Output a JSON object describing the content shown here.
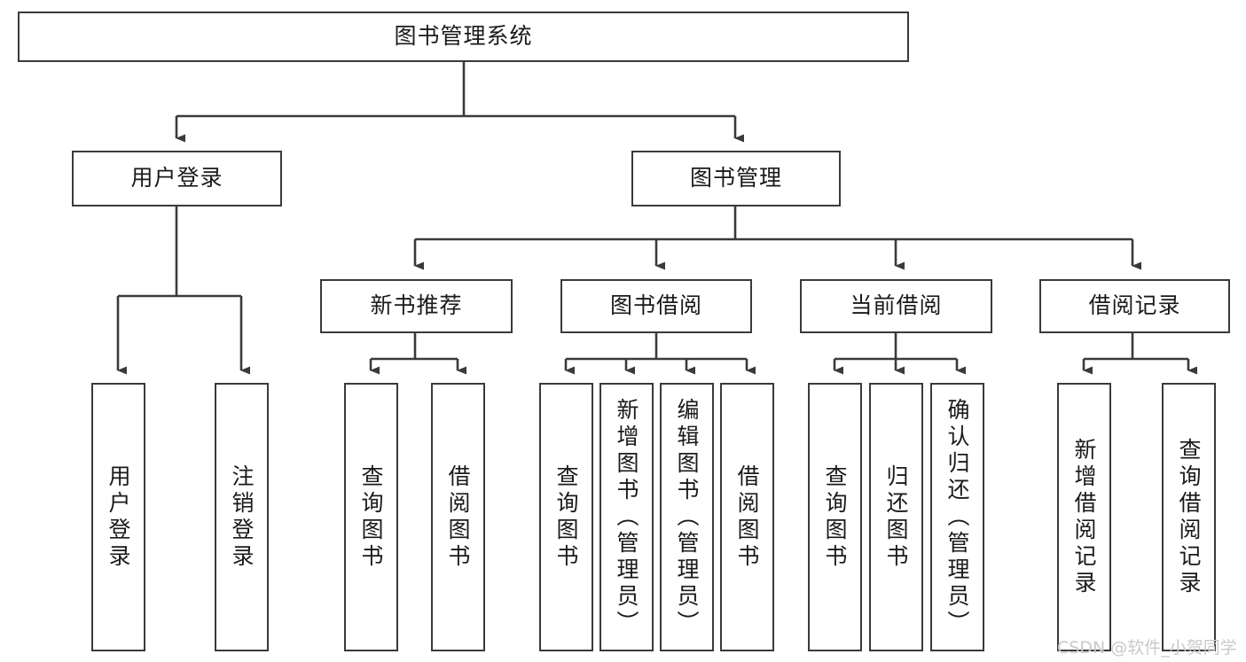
{
  "diagram": {
    "type": "tree",
    "title": "图书管理系统",
    "root": {
      "label": "图书管理系统"
    },
    "level2": [
      {
        "label": "用户登录"
      },
      {
        "label": "图书管理"
      }
    ],
    "level3": [
      {
        "label": "新书推荐"
      },
      {
        "label": "图书借阅"
      },
      {
        "label": "当前借阅"
      },
      {
        "label": "借阅记录"
      }
    ],
    "leaves": {
      "user_login": [
        {
          "label": "用户登录"
        },
        {
          "label": "注销登录"
        }
      ],
      "new_book_recommend": [
        {
          "label": "查询图书"
        },
        {
          "label": "借阅图书"
        }
      ],
      "book_borrow": [
        {
          "label": "查询图书"
        },
        {
          "label": "新增图书（管理员）"
        },
        {
          "label": "编辑图书（管理员）"
        },
        {
          "label": "借阅图书"
        }
      ],
      "current_borrow": [
        {
          "label": "查询图书"
        },
        {
          "label": "归还图书"
        },
        {
          "label": "确认归还（管理员）"
        }
      ],
      "borrow_record": [
        {
          "label": "新增借阅记录"
        },
        {
          "label": "查询借阅记录"
        }
      ]
    }
  },
  "watermark": {
    "text": "CSDN @软件_小贺同学"
  },
  "colors": {
    "border": "#3a3a3a",
    "text": "#1a1a1a",
    "background": "#ffffff",
    "watermark": "#c9c9c9"
  }
}
